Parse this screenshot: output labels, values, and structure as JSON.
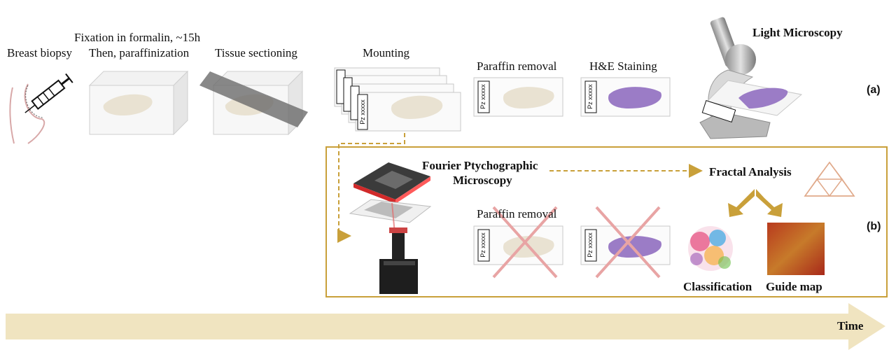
{
  "steps": {
    "biopsy": "Breast biopsy",
    "fixation_line1": "Fixation in formalin, ~15h",
    "fixation_line2": "Then, paraffinization",
    "sectioning": "Tissue sectioning",
    "mounting": "Mounting",
    "paraffin_removal_a": "Paraffin removal",
    "he_staining": "H&E Staining",
    "light_microscopy": "Light Microscopy"
  },
  "panel_b": {
    "fpm_line1": "Fourier Ptychographic",
    "fpm_line2": "Microscopy",
    "fractal": "Fractal Analysis",
    "paraffin_removal_b": "Paraffin removal",
    "classification": "Classification",
    "guide_map": "Guide map"
  },
  "panel_labels": {
    "a": "(a)",
    "b": "(b)"
  },
  "slide_text": "Pz xxxxx",
  "timeline": {
    "label": "Time"
  },
  "colors": {
    "timeline": "#f0e4c0",
    "accent": "#c9a03a",
    "tissue": "#e9e2d2",
    "stain": "#9b7cc6",
    "cross": "#e8a4a4"
  }
}
